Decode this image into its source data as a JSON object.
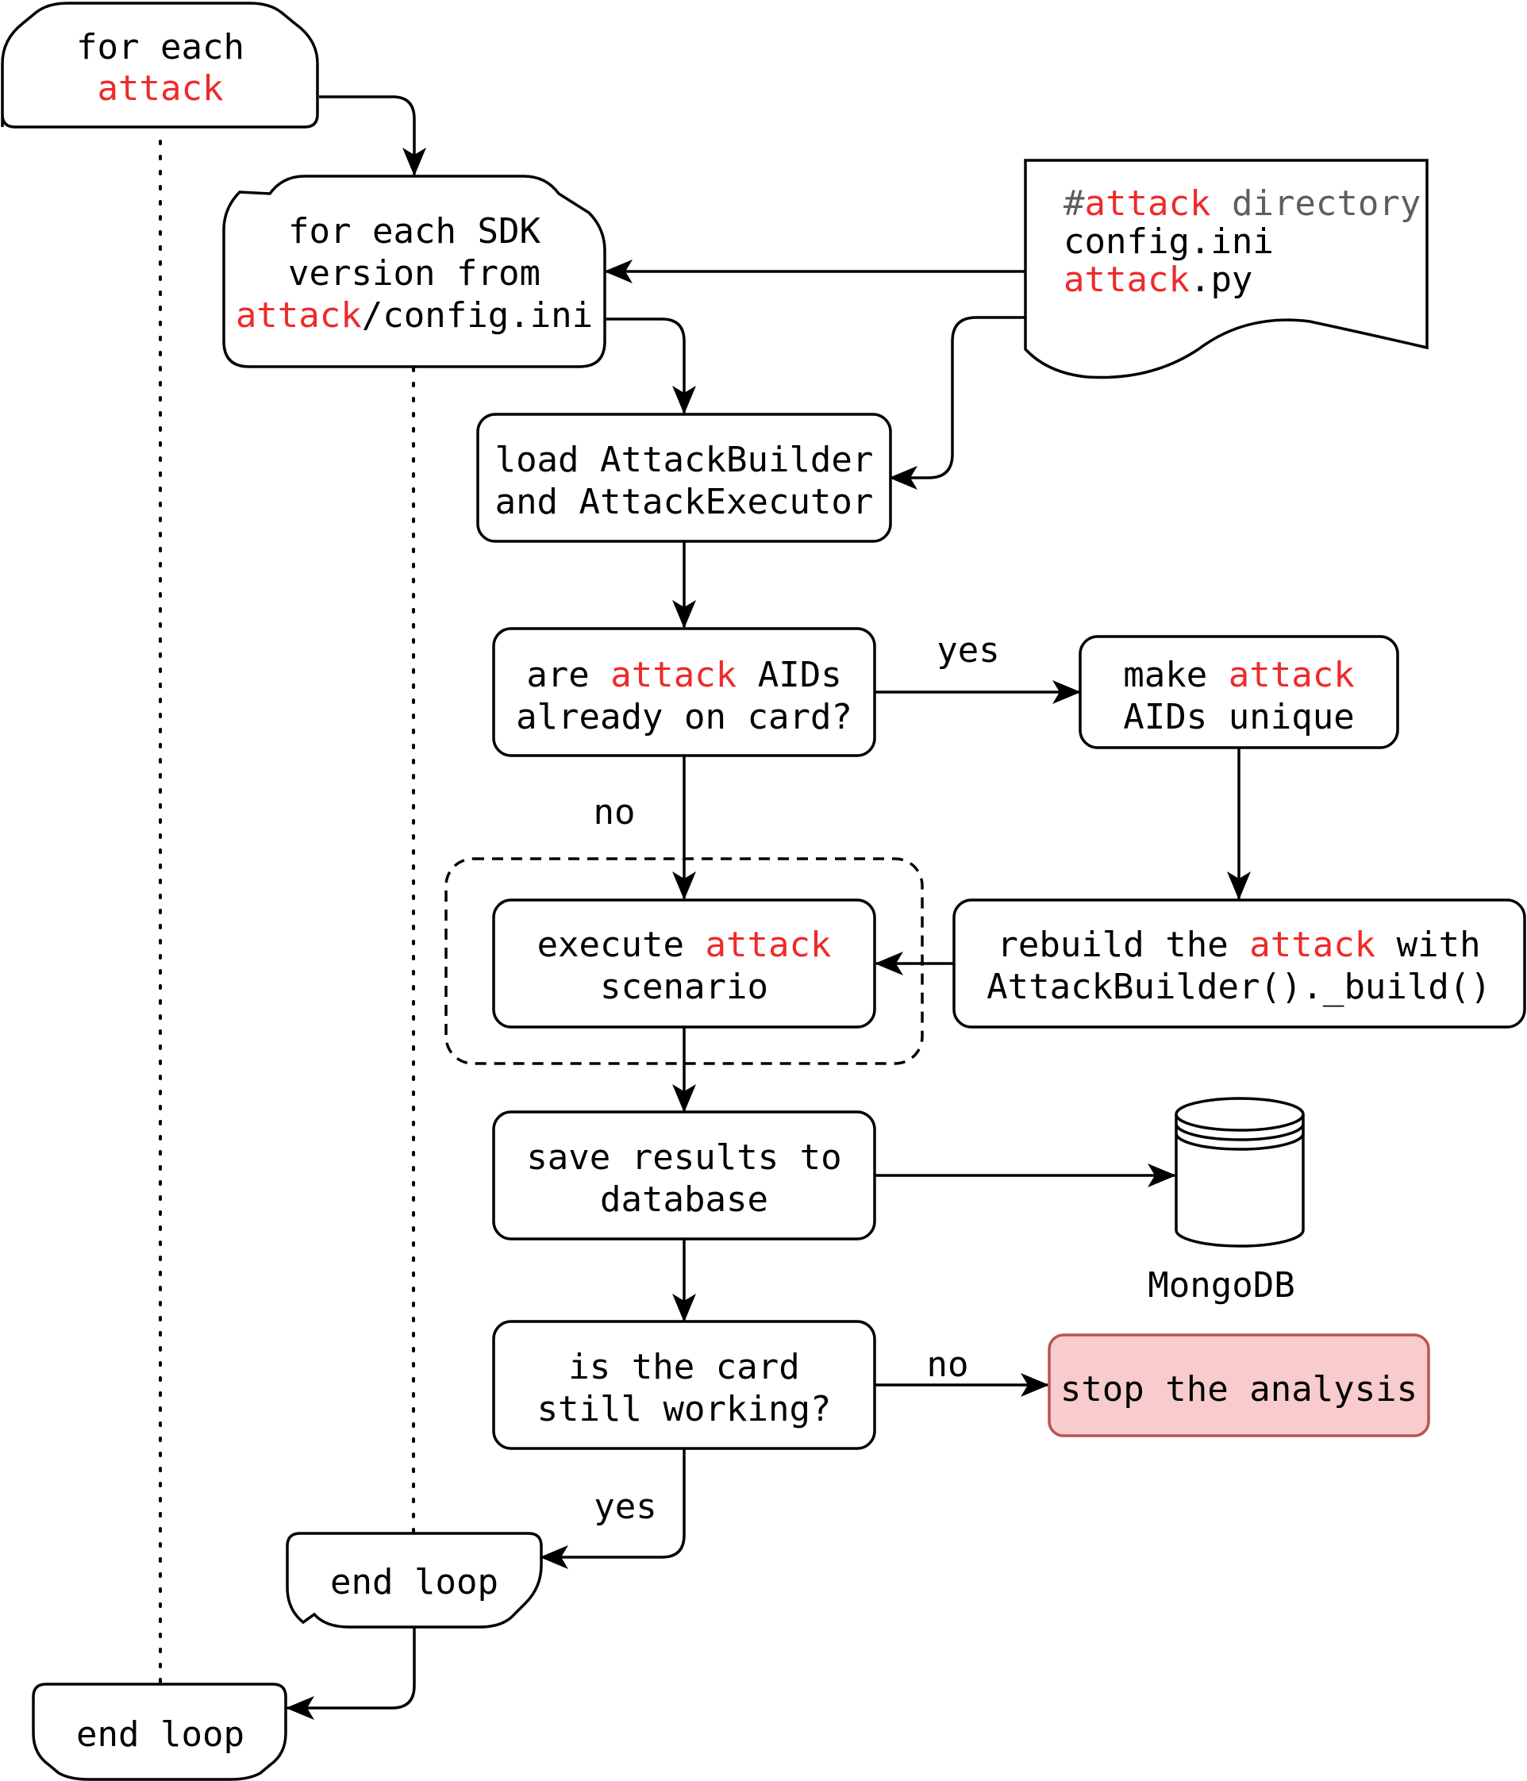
{
  "colors": {
    "keyword": "#ee2a2a",
    "comment": "#5e5e5e",
    "line": "#000000",
    "stop_fill": "#f8cccc",
    "stop_stroke": "#b85450"
  },
  "nodes": {
    "outer_loop": {
      "p1": "for each",
      "p2": "attack"
    },
    "inner_loop": {
      "l1": "for each SDK",
      "l2": "version from",
      "l3a": "attack",
      "l3b": "/config.ini"
    },
    "attack_dir": {
      "hash": "#",
      "kw": "attack",
      "rest": " directory",
      "file1": "config.ini",
      "file2a": "attack",
      "file2b": ".py"
    },
    "load": {
      "l1": "load AttackBuilder",
      "l2": "and AttackExecutor"
    },
    "aids_check": {
      "l1a": "are ",
      "l1b": "attack",
      "l1c": " AIDs",
      "l2": "already on card?"
    },
    "make_unique": {
      "l1a": "make ",
      "l1b": "attack",
      "l2": "AIDs unique"
    },
    "execute": {
      "l1a": "execute ",
      "l1b": "attack",
      "l2": "scenario"
    },
    "rebuild": {
      "l1a": "rebuild the ",
      "l1b": "attack",
      "l1c": " with",
      "l2": "AttackBuilder()._build()"
    },
    "save": {
      "l1": "save results to",
      "l2": "database"
    },
    "database": {
      "label": "MongoDB"
    },
    "card_check": {
      "l1": "is the card",
      "l2": "still working?"
    },
    "stop": {
      "label": "stop the analysis"
    },
    "inner_end": {
      "label": "end loop"
    },
    "outer_end": {
      "label": "end loop"
    }
  },
  "edges": {
    "aids_yes": "yes",
    "aids_no": "no",
    "card_no": "no",
    "card_yes": "yes"
  }
}
